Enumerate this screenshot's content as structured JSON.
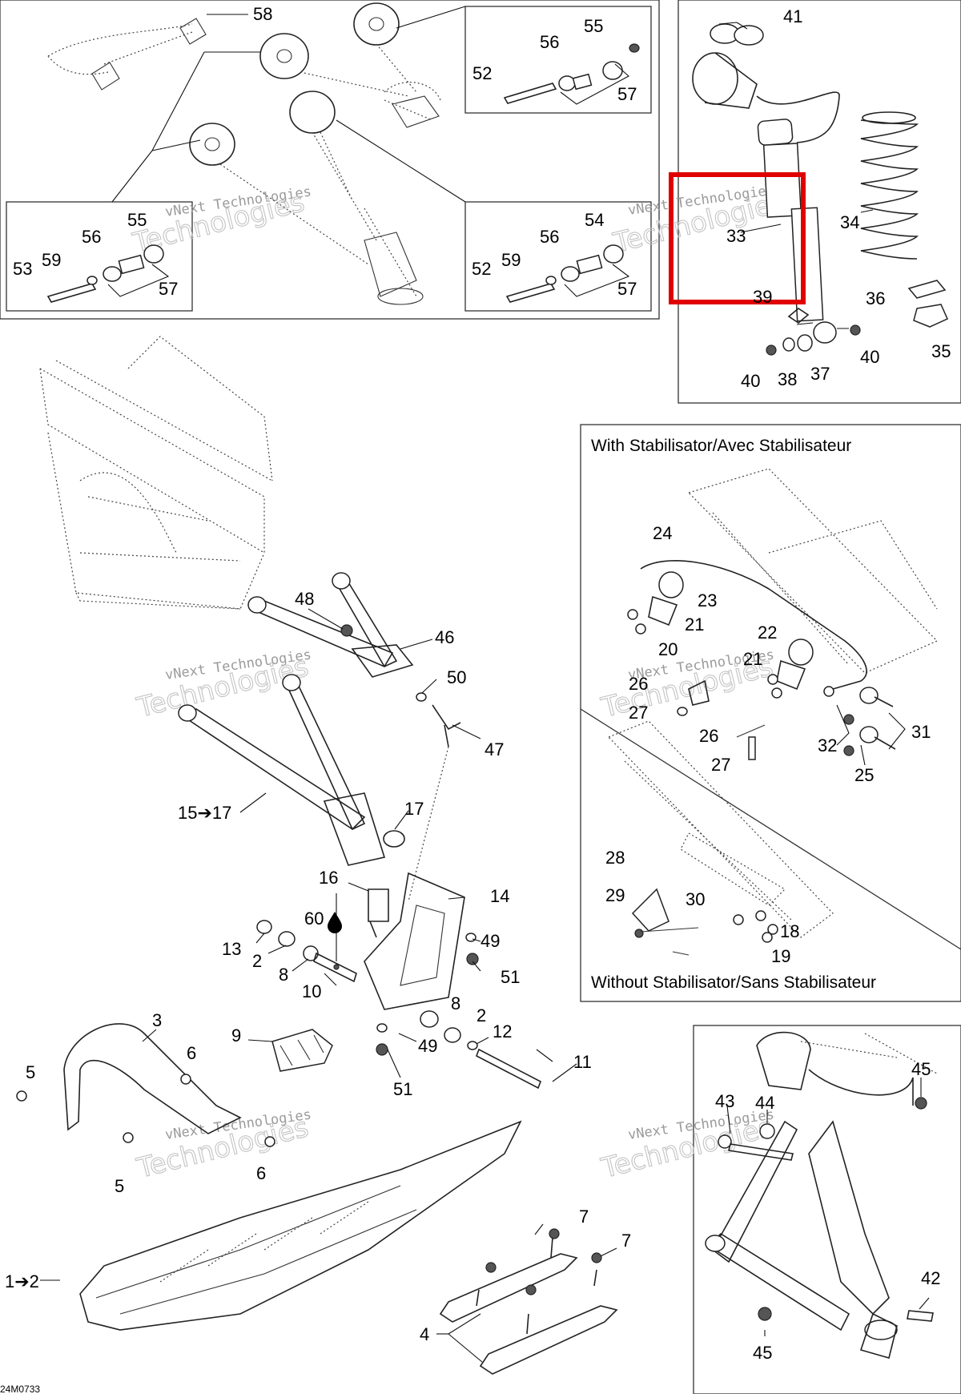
{
  "document_code": "24M0733",
  "watermark": {
    "line1": "vNext Technologies",
    "line2": "Technologies"
  },
  "captions": {
    "with_stabilisator": "With Stabilisator/Avec Stabilisateur",
    "without_stabilisator": "Without Stabilisator/Sans Stabilisateur"
  },
  "highlight": {
    "color": "#e00000",
    "target_part": "33"
  },
  "part_labels": [
    {
      "text": "58"
    },
    {
      "text": "55"
    },
    {
      "text": "56"
    },
    {
      "text": "52"
    },
    {
      "text": "57"
    },
    {
      "text": "41"
    },
    {
      "text": "34"
    },
    {
      "text": "33"
    },
    {
      "text": "39"
    },
    {
      "text": "36"
    },
    {
      "text": "35"
    },
    {
      "text": "40"
    },
    {
      "text": "38"
    },
    {
      "text": "37"
    },
    {
      "text": "40"
    },
    {
      "text": "55"
    },
    {
      "text": "56"
    },
    {
      "text": "53"
    },
    {
      "text": "59"
    },
    {
      "text": "57"
    },
    {
      "text": "54"
    },
    {
      "text": "56"
    },
    {
      "text": "52"
    },
    {
      "text": "59"
    },
    {
      "text": "57"
    },
    {
      "text": "48"
    },
    {
      "text": "46"
    },
    {
      "text": "50"
    },
    {
      "text": "47"
    },
    {
      "text": "15➔17"
    },
    {
      "text": "17"
    },
    {
      "text": "16"
    },
    {
      "text": "14"
    },
    {
      "text": "60"
    },
    {
      "text": "13"
    },
    {
      "text": "2"
    },
    {
      "text": "8"
    },
    {
      "text": "10"
    },
    {
      "text": "49"
    },
    {
      "text": "51"
    },
    {
      "text": "8"
    },
    {
      "text": "2"
    },
    {
      "text": "12"
    },
    {
      "text": "49"
    },
    {
      "text": "51"
    },
    {
      "text": "3"
    },
    {
      "text": "9"
    },
    {
      "text": "5"
    },
    {
      "text": "6"
    },
    {
      "text": "6"
    },
    {
      "text": "5"
    },
    {
      "text": "11"
    },
    {
      "text": "7"
    },
    {
      "text": "7"
    },
    {
      "text": "1➔2"
    },
    {
      "text": "4"
    },
    {
      "text": "24"
    },
    {
      "text": "23"
    },
    {
      "text": "21"
    },
    {
      "text": "20"
    },
    {
      "text": "22"
    },
    {
      "text": "21"
    },
    {
      "text": "26"
    },
    {
      "text": "27"
    },
    {
      "text": "26"
    },
    {
      "text": "27"
    },
    {
      "text": "31"
    },
    {
      "text": "32"
    },
    {
      "text": "25"
    },
    {
      "text": "28"
    },
    {
      "text": "29"
    },
    {
      "text": "30"
    },
    {
      "text": "18"
    },
    {
      "text": "19"
    },
    {
      "text": "45"
    },
    {
      "text": "43"
    },
    {
      "text": "44"
    },
    {
      "text": "42"
    },
    {
      "text": "45"
    }
  ]
}
